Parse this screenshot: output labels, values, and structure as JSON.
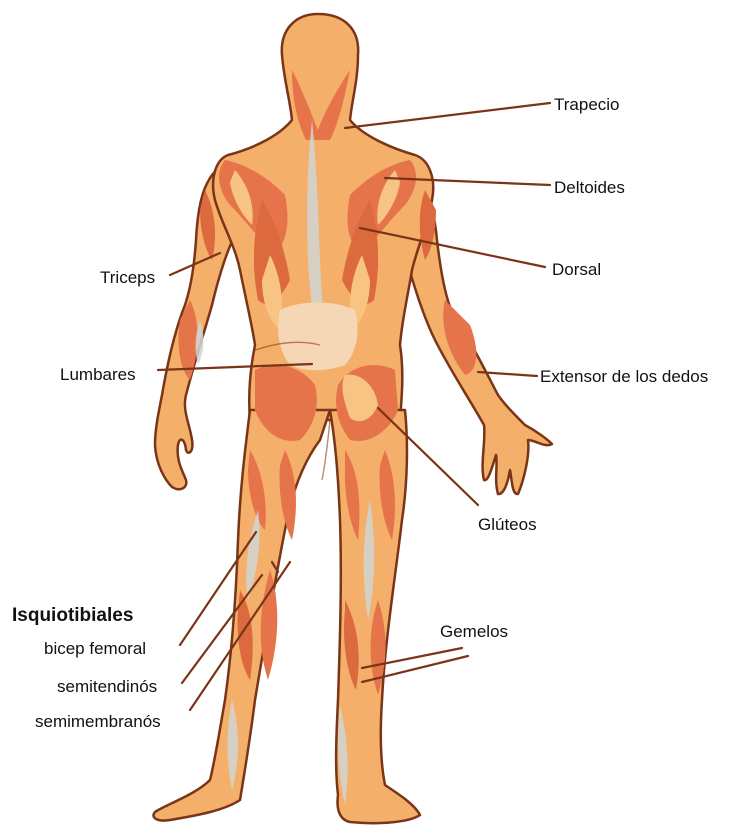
{
  "colors": {
    "skin": "#f4b06a",
    "muscle_dark": "#e6744a",
    "muscle_light": "#f8c483",
    "outline": "#7a3417",
    "tendon": "#cfd6d2"
  },
  "labels": {
    "trapecio": "Trapecio",
    "deltoides": "Deltoides",
    "dorsal": "Dorsal",
    "triceps": "Triceps",
    "lumbares": "Lumbares",
    "extensor": "Extensor de los dedos",
    "gluteos": "Glúteos",
    "gemelos": "Gemelos"
  },
  "isquiotibiales": {
    "heading": "Isquiotibiales",
    "items": [
      "bicep femoral",
      "semitendinós",
      "semimembranós"
    ]
  }
}
